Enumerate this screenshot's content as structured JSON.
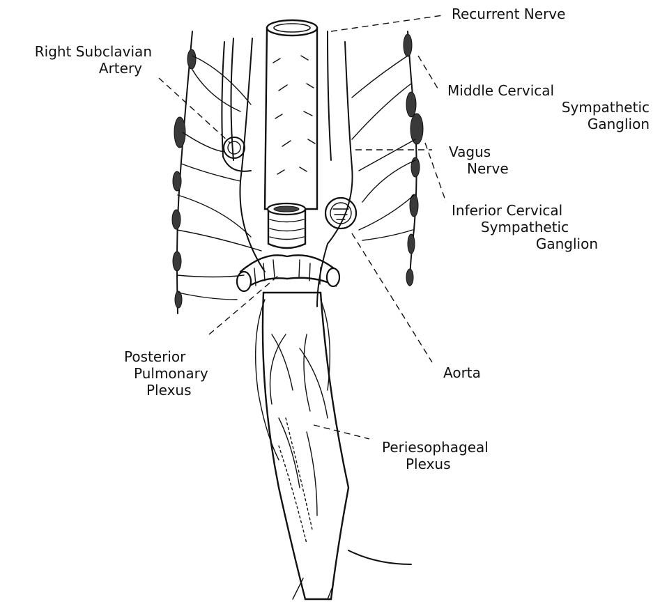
{
  "labels": {
    "recurrent_nerve": [
      "Recurrent Nerve"
    ],
    "right_subclavian_artery": [
      "Right Subclavian",
      "Artery"
    ],
    "middle_cervical_ganglion": [
      "Middle Cervical",
      "Sympathetic",
      "Ganglion"
    ],
    "vagus_nerve": [
      "Vagus",
      "Nerve"
    ],
    "inferior_cervical_ganglion": [
      "Inferior Cervical",
      "Sympathetic",
      "Ganglion"
    ],
    "posterior_pulmonary_plexus": [
      "Posterior",
      "Pulmonary",
      "Plexus"
    ],
    "aorta": [
      "Aorta"
    ],
    "periesophageal_plexus": [
      "Periesophageal",
      "Plexus"
    ]
  }
}
